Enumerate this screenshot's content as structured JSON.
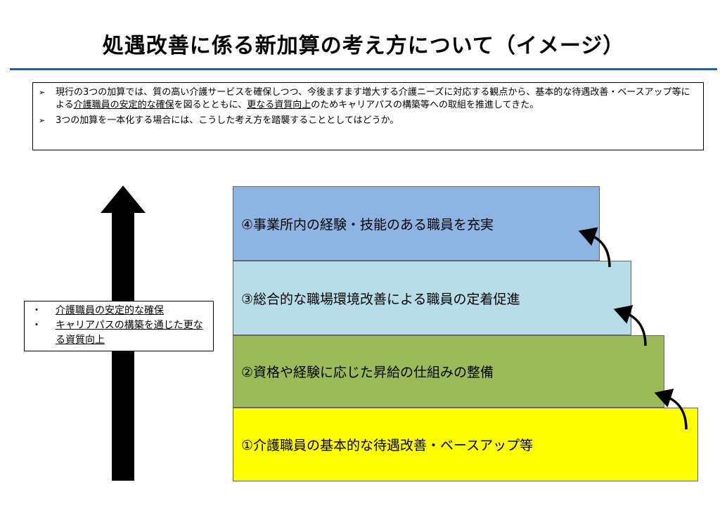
{
  "title": "処遇改善に係る新加算の考え方について（イメージ）",
  "notes": {
    "marker": "➢",
    "item1": {
      "t1": "現行の3つの加算では、質の高い介護サービスを確保しつつ、今後ますます増大する介護ニーズに対応する観点から、基本的な待遇改善・ベースアップ等による",
      "u1": "介護職員の安定的な確保",
      "t2": "を図るとともに、",
      "u2": "更なる資質向上",
      "t3": "のためキャリアパスの構築等への取組を推進してきた。"
    },
    "item2": "3つの加算を一本化する場合には、こうした考え方を踏襲することとしてはどうか。"
  },
  "goals": {
    "bullet": "・",
    "items": [
      "介護職員の安定的な確保",
      "キャリアパスの構築を通じた更なる資質向上"
    ]
  },
  "steps": {
    "step1": "①介護職員の基本的な待遇改善・ベースアップ等",
    "step2": "②資格や経験に応じた昇給の仕組みの整備",
    "step3": "③総合的な職場環境改善による職員の定着促進",
    "step4": "④事業所内の経験・技能のある職員を充実"
  },
  "colors": {
    "title_rule": "#1f5fa8",
    "step1": "#ffff00",
    "step2": "#9bbb59",
    "step3": "#b7dde8",
    "step4": "#8eb4e3"
  }
}
